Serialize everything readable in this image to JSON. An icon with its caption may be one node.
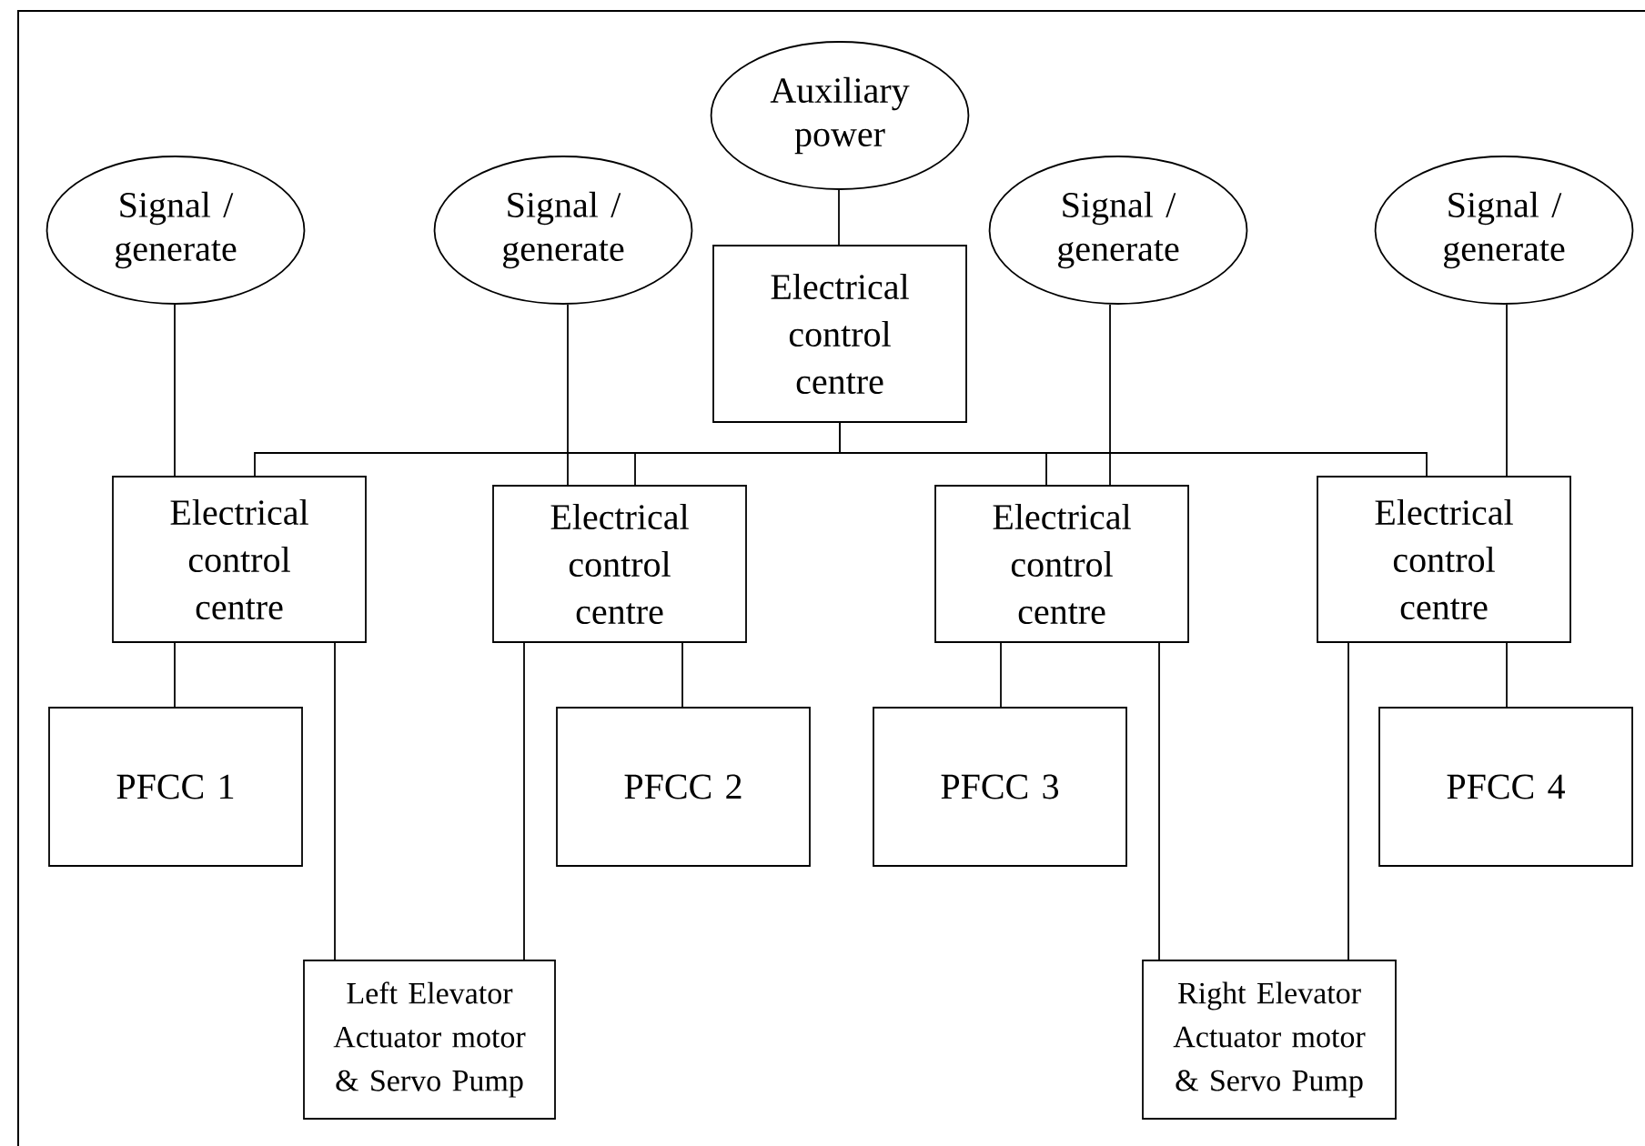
{
  "diagram": {
    "nodes": [
      {
        "text": [
          "Auxiliary power"
        ]
      },
      {
        "text": [
          "Signal / generate"
        ]
      },
      {
        "text": [
          "Signal / generate"
        ]
      },
      {
        "text": [
          "Signal / generate"
        ]
      },
      {
        "text": [
          "Signal / generate"
        ]
      },
      {
        "text": [
          "Electrical control centre"
        ]
      },
      {
        "text": [
          "Electrical control centre"
        ]
      },
      {
        "text": [
          "Electrical control centre"
        ]
      },
      {
        "text": [
          "Electrical control centre"
        ]
      },
      {
        "text": [
          "Electrical control centre"
        ]
      },
      {
        "text": [
          "PFCC 1"
        ]
      },
      {
        "text": [
          "PFCC 2"
        ]
      },
      {
        "text": [
          "PFCC 3"
        ]
      },
      {
        "text": [
          "PFCC 4"
        ]
      },
      {
        "text": [
          "Left Elevator Actuator motor & Servo Pump"
        ]
      },
      {
        "text": [
          "Right Elevator Actuator motor & Servo Pump"
        ]
      }
    ],
    "edges": [
      {
        "from": 0,
        "to": 5,
        "arrow": "none"
      },
      {
        "from": 5,
        "to": 6,
        "arrow": "none"
      },
      {
        "from": 5,
        "to": 7,
        "arrow": "none"
      },
      {
        "from": 5,
        "to": 8,
        "arrow": "none"
      },
      {
        "from": 5,
        "to": 9,
        "arrow": "none"
      },
      {
        "from": 1,
        "to": 6,
        "arrow": "none"
      },
      {
        "from": 2,
        "to": 7,
        "arrow": "none"
      },
      {
        "from": 3,
        "to": 8,
        "arrow": "none"
      },
      {
        "from": 4,
        "to": 9,
        "arrow": "none"
      },
      {
        "from": 6,
        "to": 10,
        "arrow": "none"
      },
      {
        "from": 7,
        "to": 11,
        "arrow": "none"
      },
      {
        "from": 8,
        "to": 12,
        "arrow": "none"
      },
      {
        "from": 9,
        "to": 13,
        "arrow": "none"
      },
      {
        "from": 6,
        "to": 14,
        "arrow": "none"
      },
      {
        "from": 7,
        "to": 14,
        "arrow": "none"
      },
      {
        "from": 8,
        "to": 15,
        "arrow": "none"
      },
      {
        "from": 9,
        "to": 15,
        "arrow": "none"
      }
    ]
  }
}
